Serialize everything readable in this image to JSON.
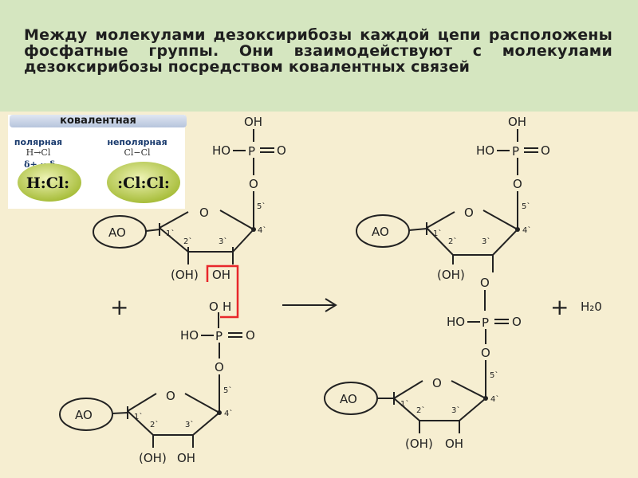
{
  "header": {
    "text": "Между молекулами дезоксирибозы каждой цепи расположены фосфатные группы. Они взаимодействуют с молекулами дезоксирибозы посредством ковалентных связей"
  },
  "inset": {
    "title": "ковалентная",
    "polar": {
      "label": "полярная",
      "formula": "H→Cl",
      "charges": "δ+ ·· δ-",
      "lewis": "H:Cl:"
    },
    "nonpolar": {
      "label": "неполярная",
      "formula": "Cl−Cl",
      "lewis": ":Cl:Cl:"
    }
  },
  "labels": {
    "oh": "OH",
    "ho": "HO",
    "p": "P",
    "o": "O",
    "ao": "AO",
    "oh_paren": "(OH)",
    "c1": "1`",
    "c2": "2`",
    "c3": "3`",
    "c4": "4`",
    "c5": "5`",
    "h": "H",
    "o_h": "O",
    "plus": "+",
    "water": "H₂0"
  },
  "colors": {
    "background": "#f6eed1",
    "header_bg": "#d5e6c0",
    "highlight": "#e8272b",
    "inset_ellipse": "#c7d86a",
    "ink": "#222222"
  }
}
